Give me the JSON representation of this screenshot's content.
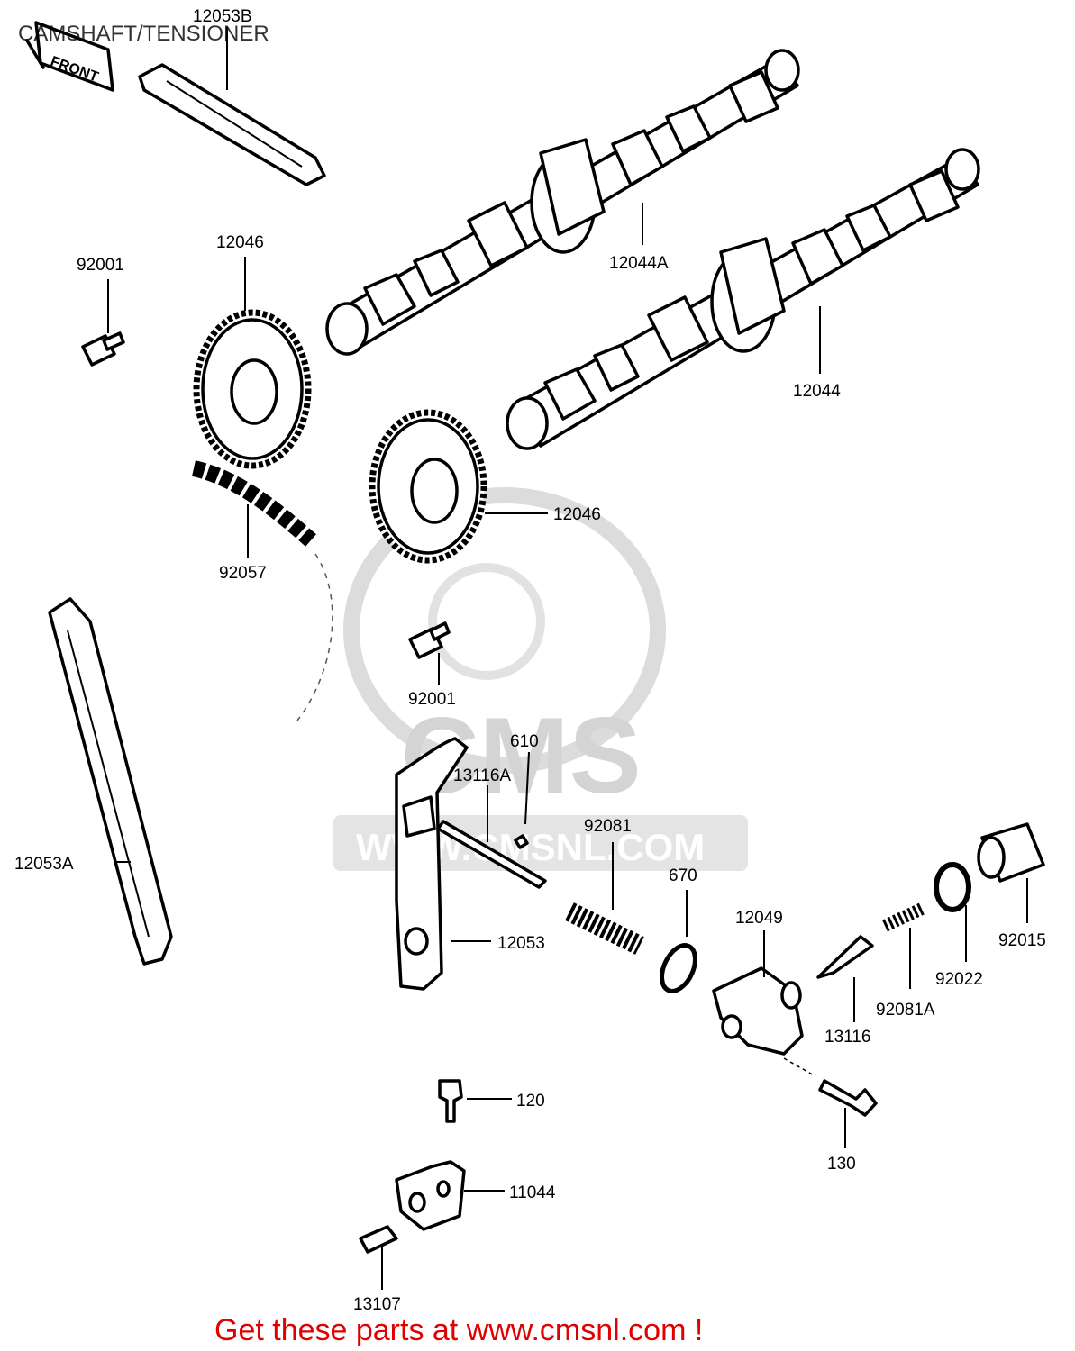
{
  "title": "CAMSHAFT/TENSIONER",
  "footer": "Get these parts at www.cmsnl.com !",
  "watermark": {
    "brand": "CMS",
    "url": "WWW.CMSNL.COM"
  },
  "front_mark": "FRONT",
  "part_numbers": {
    "p12053B": "12053B",
    "p12046_top": "12046",
    "p92001_top": "92001",
    "p12044A": "12044A",
    "p12044": "12044",
    "p12046_mid": "12046",
    "p92057": "92057",
    "p92001_mid": "92001",
    "p610": "610",
    "p13116A": "13116A",
    "p92081": "92081",
    "p670": "670",
    "p12049": "12049",
    "p92022": "92022",
    "p92015": "92015",
    "p12053A": "12053A",
    "p12053": "12053",
    "p13116": "13116",
    "p92081A": "92081A",
    "p120": "120",
    "p130": "130",
    "p11044": "11044",
    "p13107": "13107"
  },
  "colors": {
    "ink": "#000000",
    "footer": "#e00000",
    "watermark": "#d4d4d4"
  }
}
